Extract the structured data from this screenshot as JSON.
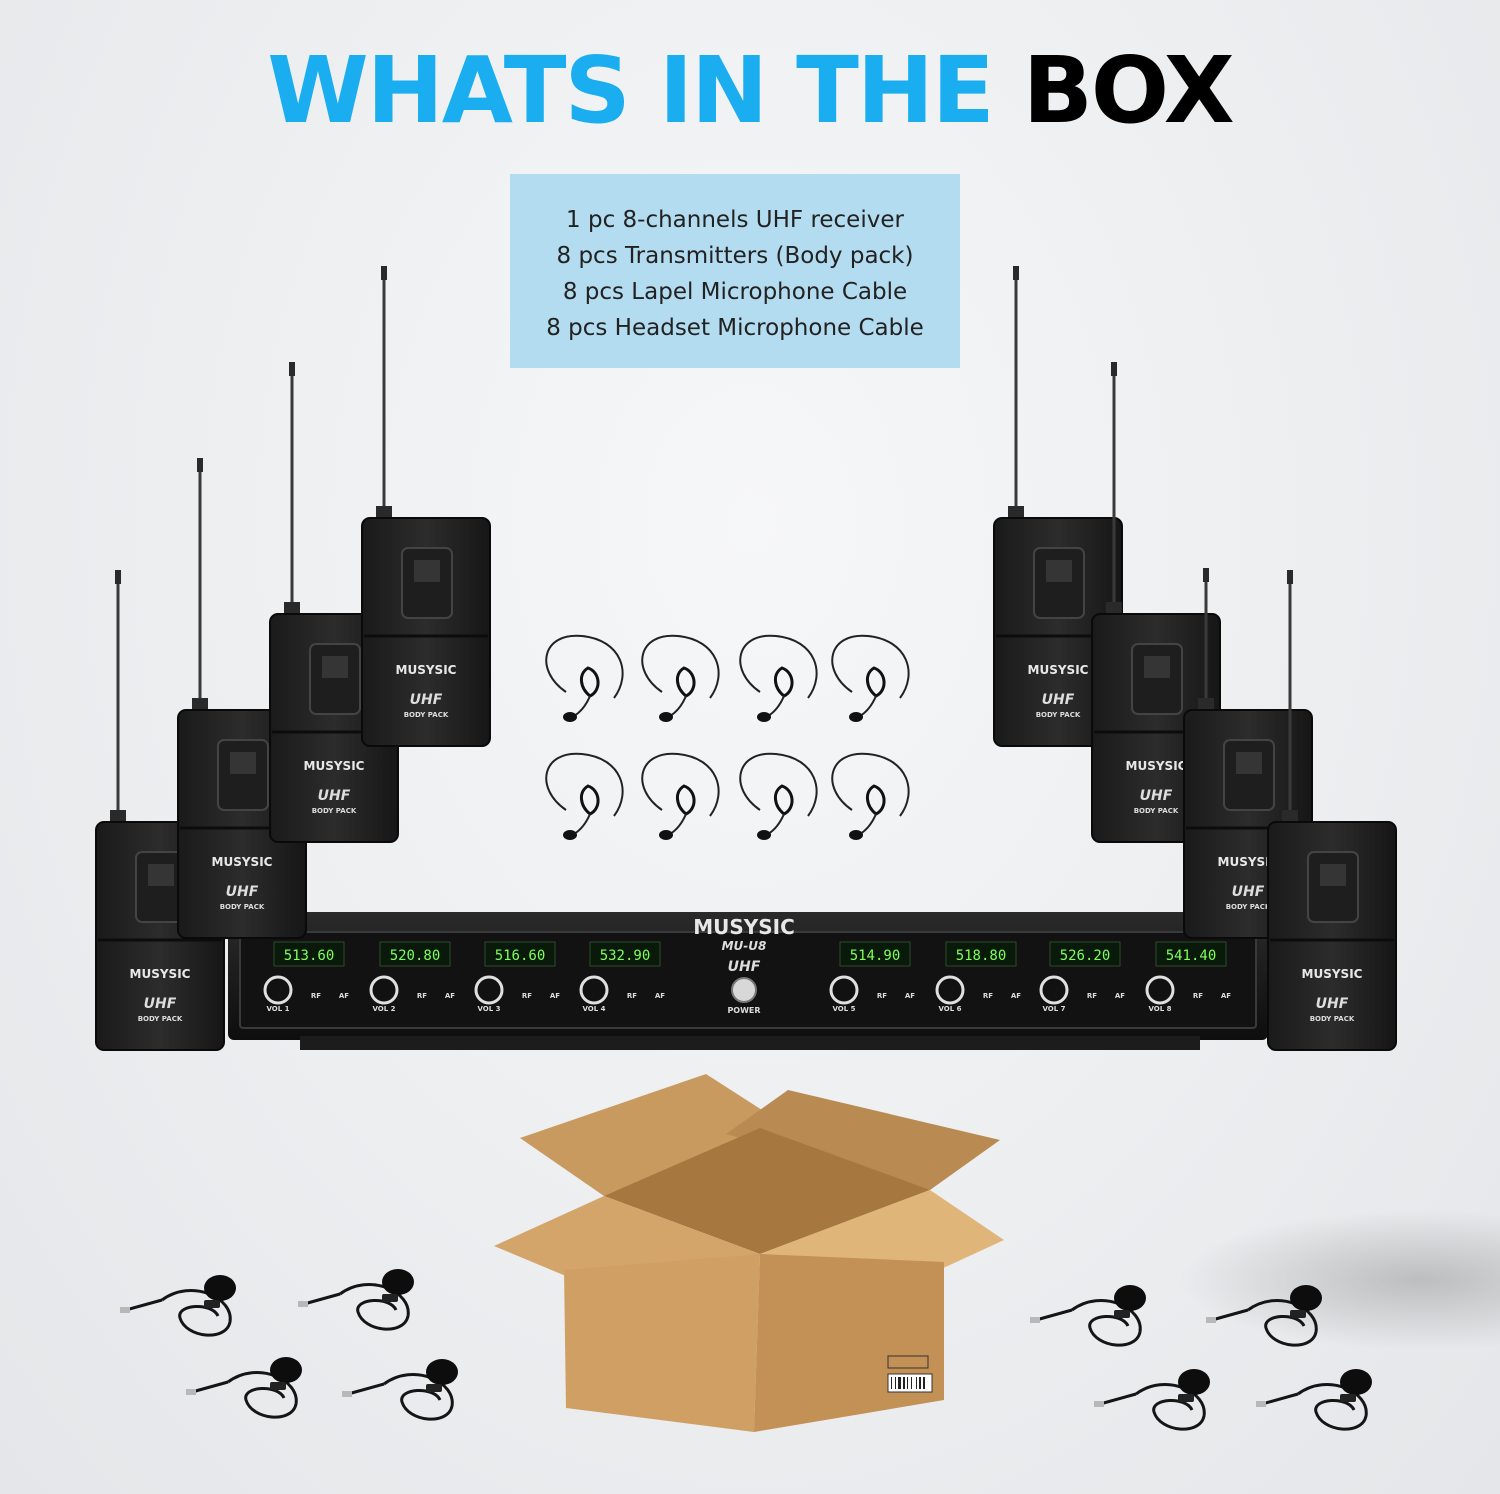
{
  "headline": {
    "part1": "WHATS IN THE ",
    "part2": "BOX",
    "accent_color": "#1aaef0"
  },
  "contents": {
    "items": [
      "1 pc 8-channels UHF receiver",
      "8 pcs Transmitters (Body pack)",
      "8 pcs Lapel Microphone Cable",
      "8 pcs Headset Microphone Cable"
    ],
    "background_color": "#b3dcf0"
  },
  "bodypack": {
    "brand": "MUSYSIC",
    "band": "UHF",
    "type": "BODY PACK"
  },
  "receiver": {
    "brand": "MUSYSIC",
    "model": "MU-U8",
    "band": "UHF",
    "power_label": "POWER",
    "rf_label": "RF",
    "af_label": "AF",
    "channels": [
      {
        "freq": "513.60",
        "vol": "VOL 1"
      },
      {
        "freq": "520.80",
        "vol": "VOL 2"
      },
      {
        "freq": "516.60",
        "vol": "VOL 3"
      },
      {
        "freq": "532.90",
        "vol": "VOL 4"
      },
      {
        "freq": "514.90",
        "vol": "VOL 5"
      },
      {
        "freq": "518.80",
        "vol": "VOL 6"
      },
      {
        "freq": "526.20",
        "vol": "VOL 7"
      },
      {
        "freq": "541.40",
        "vol": "VOL 8"
      }
    ]
  },
  "icons": {
    "headset": "headset-microphone-icon",
    "lapel": "lapel-microphone-icon",
    "box": "cardboard-box-icon"
  }
}
